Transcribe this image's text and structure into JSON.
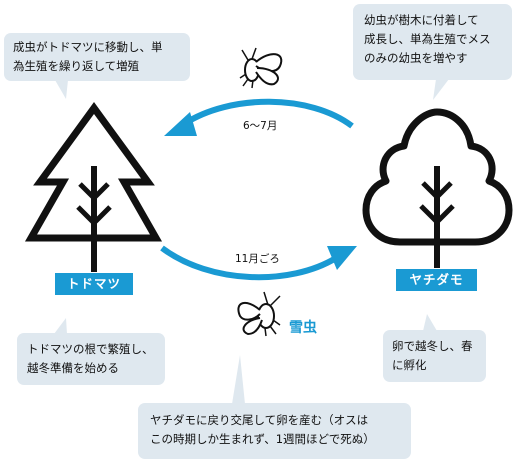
{
  "colors": {
    "bubble": "#dfe8ef",
    "accent": "#1a9ad3",
    "ink": "#111111"
  },
  "bubbles": {
    "top_left": [
      "成虫がトドマツに移動し、単",
      "為生殖を繰り返して増殖"
    ],
    "top_right": [
      "幼虫が樹木に付着して",
      "成長し、単為生殖でメス",
      "のみの幼虫を増やす"
    ],
    "bottom_left": [
      "トドマツの根で繁殖し、",
      "越冬準備を始める"
    ],
    "bottom_right": [
      "卵で越冬し、春",
      "に孵化"
    ],
    "bottom_center": [
      "ヤチダモに戻り交尾して卵を産む（オスは",
      "この時期しか生まれず、1週間ほどで死ぬ）"
    ]
  },
  "trees": {
    "left_label": "トドマツ",
    "right_label": "ヤチダモ"
  },
  "arrows": {
    "top_label": "6～7月",
    "bottom_label": "11月ごろ"
  },
  "insect_label": "雪虫",
  "icons": [
    "conifer-tree-icon",
    "deciduous-tree-icon",
    "insect-icon"
  ]
}
